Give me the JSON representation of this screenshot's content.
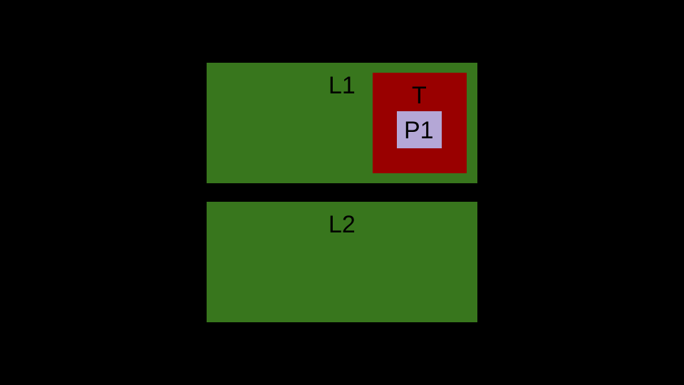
{
  "diagram": {
    "background_color": "#000000",
    "boxes": {
      "l1": {
        "label": "L1",
        "color": "#38761d"
      },
      "l2": {
        "label": "L2",
        "color": "#38761d"
      },
      "t": {
        "label": "T",
        "color": "#990000"
      },
      "p1": {
        "label": "P1",
        "color": "#b4a7d6"
      }
    }
  }
}
